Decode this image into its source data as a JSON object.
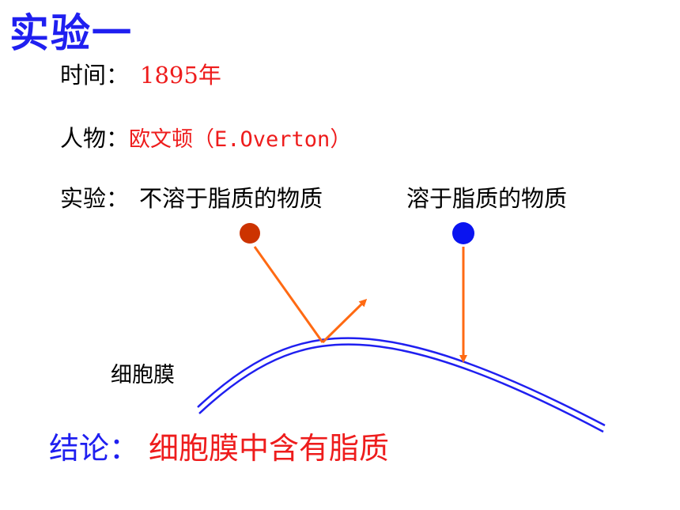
{
  "title": "实验一",
  "time": {
    "label": "时间：",
    "value": "1895年"
  },
  "person": {
    "label": "人物：",
    "value": "欧文顿（E.Overton）"
  },
  "experiment": {
    "label": "实验：",
    "insoluble": "不溶于脂质的物质",
    "soluble": "溶于脂质的物质"
  },
  "membrane_label": "细胞膜",
  "conclusion": {
    "label": "结论：",
    "text": "细胞膜中含有脂质"
  },
  "colors": {
    "title": "#1f1ff0",
    "highlight": "#ee1c1c",
    "insoluble_ball": "#cc3300",
    "soluble_ball": "#0a14f0",
    "arrow": "#ff6a13",
    "membrane": "#1f1ff0"
  }
}
